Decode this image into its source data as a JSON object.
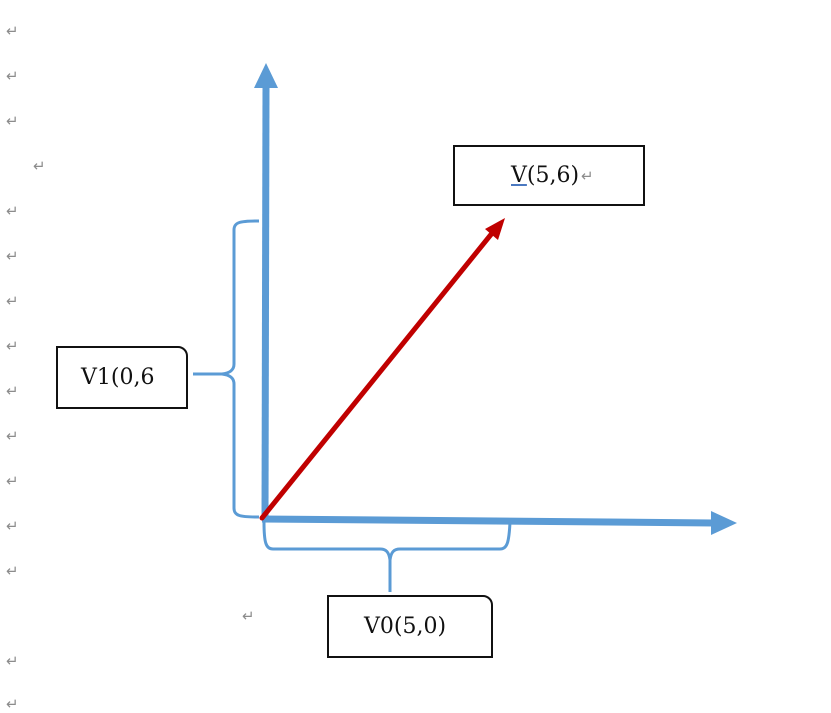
{
  "colors": {
    "axis": "#5b9bd5",
    "vector": "#c00000",
    "brace": "#5b9bd5",
    "box_border": "#111111",
    "paragraph_mark": "#8c8c8c"
  },
  "paragraph_mark": "↵",
  "labels": {
    "v": {
      "prefix": "V",
      "rest": "(5,6)"
    },
    "v1": {
      "text": "V1(0,6"
    },
    "v0": {
      "text": "V0(5,0)"
    }
  }
}
